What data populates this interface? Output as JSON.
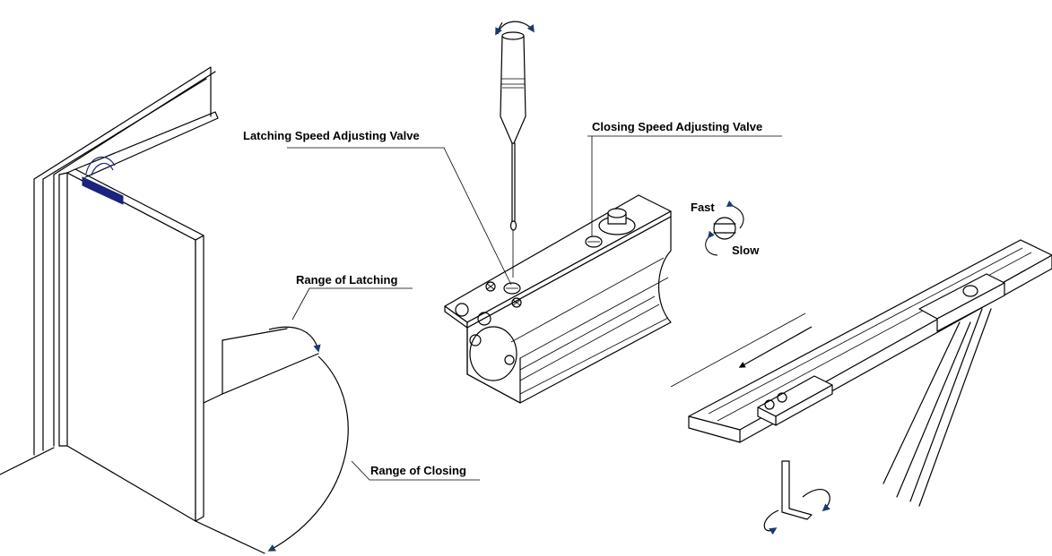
{
  "labels": {
    "latching_valve": "Latching Speed Adjusting Valve",
    "closing_valve": "Closing Speed Adjusting Valve",
    "fast": "Fast",
    "slow": "Slow",
    "range_latching": "Range of Latching",
    "range_closing": "Range of Closing"
  },
  "colors": {
    "line": "#000000",
    "accent": "#1a237e",
    "arrow": "#1a3a6e"
  }
}
